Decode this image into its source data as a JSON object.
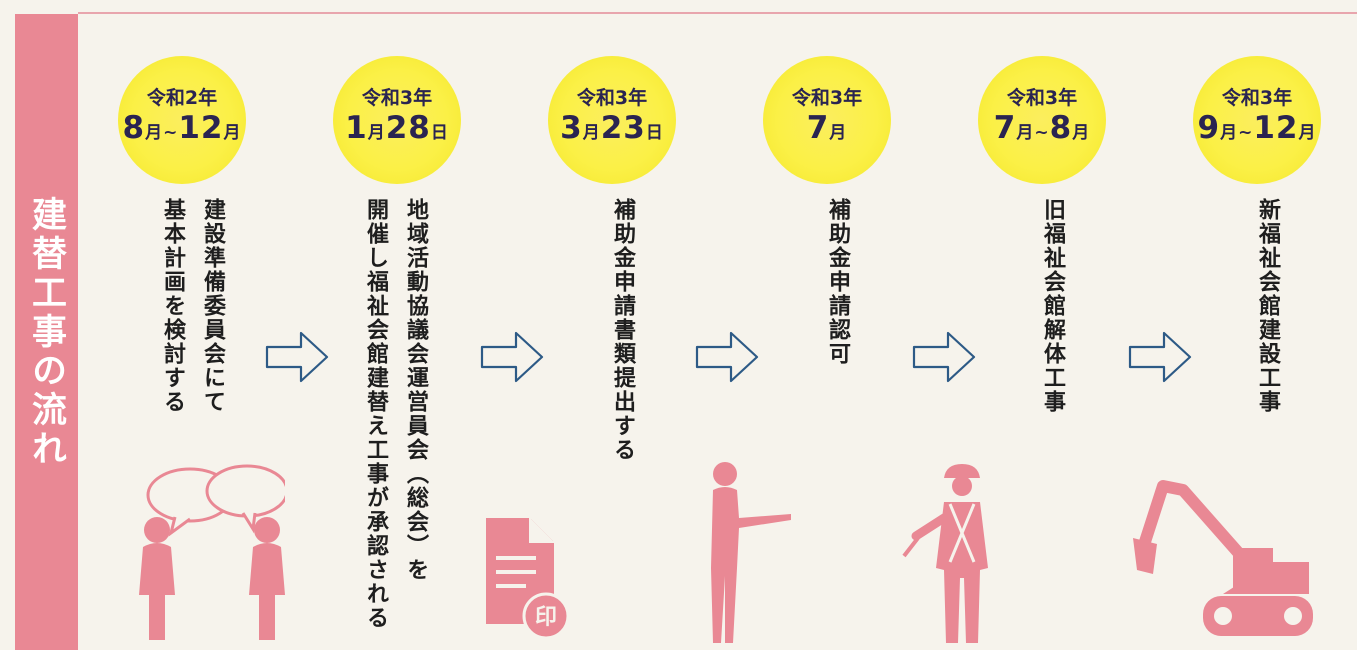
{
  "sidebar": {
    "title": "建替工事の流れ"
  },
  "steps": [
    {
      "era": "令和2年",
      "date_parts": [
        "8",
        "月",
        "~",
        "12",
        "月"
      ],
      "lines": [
        "建設準備委員会にて",
        "基本計画を検討する"
      ],
      "illustration": "conversation-people-icon"
    },
    {
      "era": "令和3年",
      "date_parts": [
        "1",
        "月",
        "",
        "28",
        "日"
      ],
      "lines": [
        "地域活動協議会運営員会（総会）を",
        "開催し福祉会館建替え工事が承認される"
      ],
      "illustration": "none"
    },
    {
      "era": "令和3年",
      "date_parts": [
        "3",
        "月",
        "",
        "23",
        "日"
      ],
      "lines": [
        "補助金申請書類提出する"
      ],
      "illustration": "document-seal-icon"
    },
    {
      "era": "令和3年",
      "date_parts": [
        "7",
        "月",
        "",
        "",
        ""
      ],
      "lines": [
        "補助金申請認可"
      ],
      "illustration": "pointing-person-icon"
    },
    {
      "era": "令和3年",
      "date_parts": [
        "7",
        "月",
        "~",
        "8",
        "月"
      ],
      "lines": [
        "旧福祉会館解体工事"
      ],
      "illustration": "construction-worker-icon"
    },
    {
      "era": "令和3年",
      "date_parts": [
        "9",
        "月",
        "~",
        "12",
        "月"
      ],
      "lines": [
        "新福祉会館建設工事"
      ],
      "illustration": "excavator-icon"
    }
  ],
  "seal_text": "印",
  "colors": {
    "pink": "#e98894",
    "yellow": "#fbf046",
    "navy": "#2a2451",
    "arrow": "#2d5a86"
  }
}
